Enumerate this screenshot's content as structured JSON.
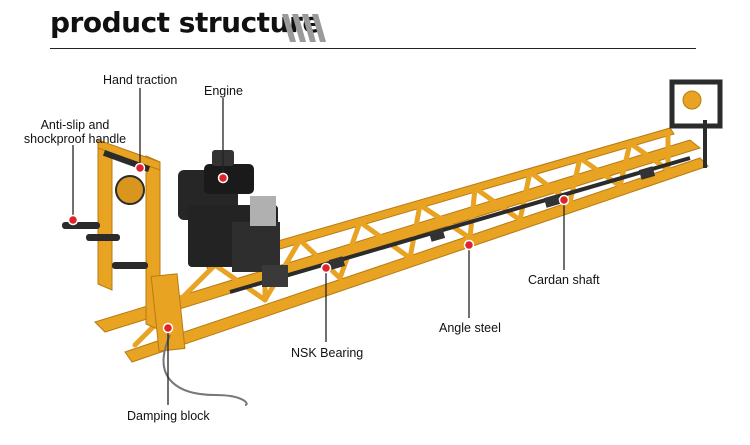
{
  "header": {
    "title": "product structure"
  },
  "colors": {
    "frame": "#e8a322",
    "frame_dark": "#b87a12",
    "steel": "#2b2b2b",
    "marker": "#e0222a",
    "leader": "#222222"
  },
  "labels": {
    "hand_traction": "Hand traction",
    "engine": "Engine",
    "anti_slip_line1": "Anti-slip and",
    "anti_slip_line2": "shockproof handle",
    "cardan_shaft": "Cardan shaft",
    "angle_steel": "Angle steel",
    "nsk_bearing": "NSK Bearing",
    "damping_block": "Damping block"
  }
}
